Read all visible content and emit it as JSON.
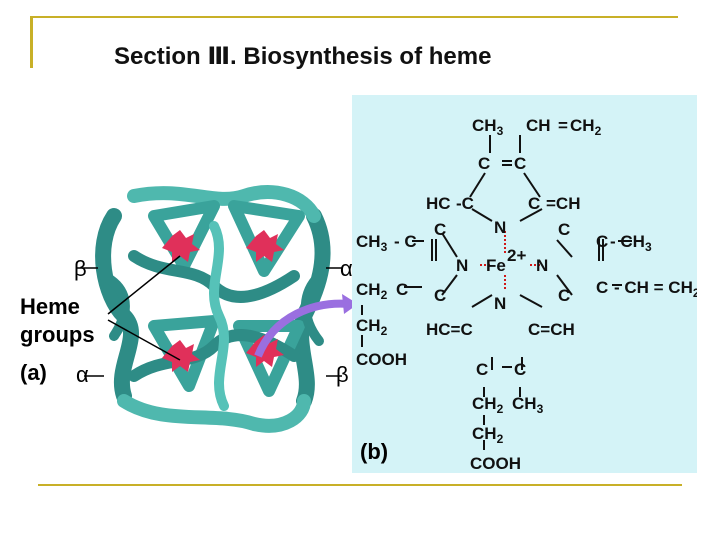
{
  "slide": {
    "title": "Section Ⅲ. Biosynthesis of heme"
  },
  "panel_a": {
    "label": "(a)",
    "heme_groups_line1": "Heme",
    "heme_groups_line2": "groups",
    "alpha": "α",
    "beta": "β"
  },
  "panel_b": {
    "label": "(b)",
    "atoms": {
      "ch3": "CH",
      "ch": "CH",
      "ch2": "CH",
      "c": "C",
      "hc": "HC",
      "n": "N",
      "fe": "Fe",
      "fe_charge": "2+",
      "cooh": "COOH",
      "sub3": "3",
      "sub2": "2"
    }
  },
  "colors": {
    "frame": "#c8b028",
    "panel_b_background": "#d4f3f7",
    "protein": "#2e8c86",
    "heme": "#e0305a",
    "arrow": "#9a6fe0"
  }
}
